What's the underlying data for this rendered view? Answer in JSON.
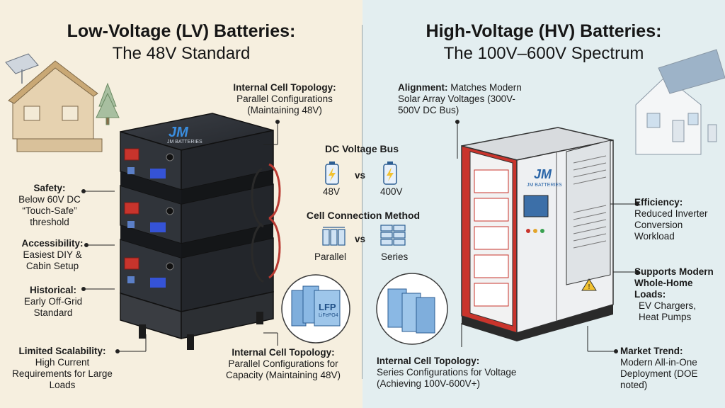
{
  "left": {
    "title": "Low-Voltage (LV) Batteries:",
    "subtitle": "The 48V Standard",
    "callouts": {
      "topology_top": {
        "head": "Internal Cell Topology:",
        "body": "Parallel Configurations (Maintaining 48V)"
      },
      "safety": {
        "head": "Safety:",
        "body": "Below 60V DC “Touch-Safe” threshold"
      },
      "accessibility": {
        "head": "Accessibility:",
        "body": "Easiest DIY & Cabin Setup"
      },
      "historical": {
        "head": "Historical:",
        "body": "Early Off-Grid Standard"
      },
      "scalability": {
        "head": "Limited Scalability:",
        "body": "High Current Requirements for Large Loads"
      },
      "topology_bottom": {
        "head": "Internal Cell Topology:",
        "body": "Parallel Configurations for Capacity (Maintaining 48V)"
      }
    },
    "brand": "JM",
    "brand_sub": "JM BATTERIES",
    "cell_label": "LFP",
    "cell_sub": "LiFePO4"
  },
  "right": {
    "title": "High-Voltage (HV) Batteries:",
    "subtitle": "The 100V–600V Spectrum",
    "callouts": {
      "alignment": {
        "head": "Alignment:",
        "body_inline": "Matches Modern",
        "body": "Solar Array Voltages (300V-500V DC Bus)"
      },
      "efficiency": {
        "head": "Efficiency:",
        "body": "Reduced Inverter Conversion Workload"
      },
      "supports": {
        "head": "Supports Modern Whole-Home Loads:",
        "body": "EV Chargers, Heat Pumps"
      },
      "market": {
        "head": "Market Trend:",
        "body": "Modern All-in-One Deployment (DOE noted)"
      },
      "topology": {
        "head": "Internal Cell Topology:",
        "body": "Series Configurations for Voltage (Achieving 100V-600V+)"
      }
    },
    "brand": "JM",
    "brand_sub": "JM BATTERIES"
  },
  "middle": {
    "bus_title": "DC Voltage Bus",
    "lv_voltage": "48V",
    "vs1": "vs",
    "hv_voltage": "400V",
    "conn_title": "Cell Connection Method",
    "parallel": "Parallel",
    "vs2": "vs",
    "series": "Series"
  },
  "colors": {
    "lv_bg": "#f6efdf",
    "hv_bg": "#e3eef0",
    "battery_body": "#2b2e33",
    "accent_red": "#c8342c",
    "accent_blue": "#3d7fc4",
    "screen_blue": "#3553d6"
  }
}
